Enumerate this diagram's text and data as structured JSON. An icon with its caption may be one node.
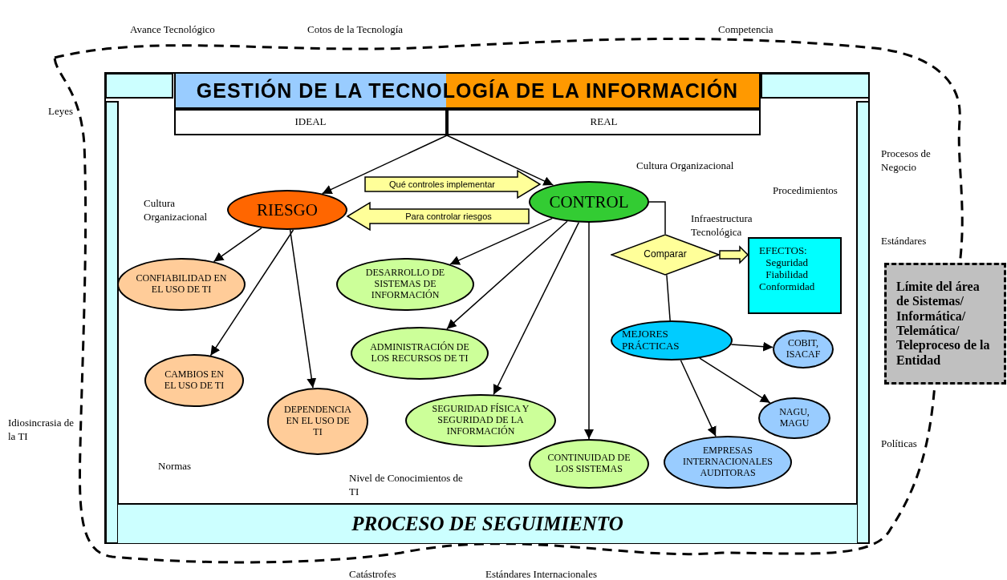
{
  "diagram": {
    "nodes": [
      {
        "text": [
          "GESTIÓN DE LA TECNOLOGÍA DE LA INFORMACIÓN"
        ]
      },
      {
        "text": [
          "IDEAL"
        ]
      },
      {
        "text": [
          "REAL"
        ]
      },
      {
        "text": [
          "RIESGO"
        ]
      },
      {
        "text": [
          "CONTROL"
        ]
      },
      {
        "text": [
          "CONFIABILIDAD EN EL USO DE TI"
        ]
      },
      {
        "text": [
          "CAMBIOS EN EL USO DE TI"
        ]
      },
      {
        "text": [
          "DEPENDENCIA EN EL USO DE TI"
        ]
      },
      {
        "text": [
          "DESARROLLO DE SISTEMAS DE INFORMACIÓN"
        ]
      },
      {
        "text": [
          "ADMINISTRACIÓN DE LOS RECURSOS DE TI"
        ]
      },
      {
        "text": [
          "SEGURIDAD FÍSICA Y SEGURIDAD DE LA INFORMACIÓN"
        ]
      },
      {
        "text": [
          "CONTINUIDAD DE LOS SISTEMAS"
        ]
      },
      {
        "text": [
          "Comparar"
        ]
      },
      {
        "text": [
          "EFECTOS:",
          "Seguridad Fiabilidad Conformidad"
        ]
      },
      {
        "text": [
          "MEJORES PRÁCTICAS"
        ]
      },
      {
        "text": [
          "COBIT, ISACAF"
        ]
      },
      {
        "text": [
          "NAGU, MAGU"
        ]
      },
      {
        "text": [
          "EMPRESAS INTERNACIONALES AUDITORAS"
        ]
      },
      {
        "text": [
          "PROCESO DE SEGUIMIENTO"
        ]
      },
      {
        "text": [
          "Límite del área de Sistemas/ Informática/ Telemática/ Teleproceso de la Entidad"
        ]
      }
    ],
    "edges": [
      {
        "from": 1,
        "to": 3,
        "arrow": "to"
      },
      {
        "from": 2,
        "to": 4,
        "arrow": "to"
      },
      {
        "from": 3,
        "to": 4,
        "arrow": "to",
        "label": "Qué controles implementar",
        "style": "thick"
      },
      {
        "from": 4,
        "to": 3,
        "arrow": "to",
        "label": "Para controlar riesgos",
        "style": "thick"
      },
      {
        "from": 3,
        "to": 5,
        "arrow": "to"
      },
      {
        "from": 3,
        "to": 6,
        "arrow": "to"
      },
      {
        "from": 3,
        "to": 7,
        "arrow": "to"
      },
      {
        "from": 4,
        "to": 8,
        "arrow": "to"
      },
      {
        "from": 4,
        "to": 9,
        "arrow": "to"
      },
      {
        "from": 4,
        "to": 10,
        "arrow": "to"
      },
      {
        "from": 4,
        "to": 11,
        "arrow": "to"
      },
      {
        "from": 4,
        "to": 12,
        "arrow": "none"
      },
      {
        "from": 12,
        "to": 13,
        "arrow": "to",
        "style": "thick"
      },
      {
        "from": 12,
        "to": 14,
        "arrow": "none"
      },
      {
        "from": 14,
        "to": 15,
        "arrow": "to"
      },
      {
        "from": 14,
        "to": 16,
        "arrow": "to"
      },
      {
        "from": 14,
        "to": 17,
        "arrow": "to"
      }
    ],
    "labels": [
      "Avance Tecnológico",
      "Cotos de la Tecnología",
      "Competencia",
      "Leyes",
      "Procesos de Negocio",
      "Cultura Organizacional",
      "Procedimientos",
      "Cultura Organizacional",
      "Infraestructura Tecnológica",
      "Estándares",
      "Idiosincrasia de la TI",
      "Políticas",
      "Normas",
      "Nivel de Conocimientos de TI",
      "Catástrofes",
      "Estándares Internacionales"
    ]
  }
}
